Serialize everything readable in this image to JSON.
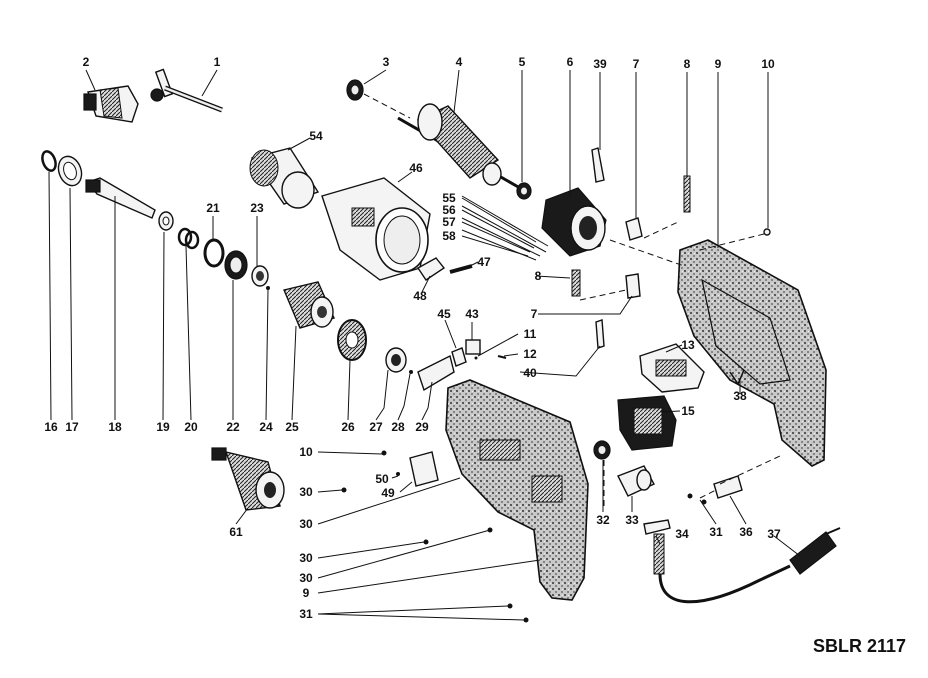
{
  "diagram_code": "SBLR 2117",
  "callouts": [
    "1",
    "2",
    "3",
    "4",
    "5",
    "6",
    "39",
    "7",
    "8",
    "9",
    "10",
    "16",
    "17",
    "18",
    "19",
    "20",
    "21",
    "22",
    "23",
    "24",
    "25",
    "26",
    "27",
    "28",
    "29",
    "54",
    "46",
    "55",
    "56",
    "57",
    "58",
    "47",
    "48",
    "45",
    "43",
    "11",
    "12",
    "40",
    "13",
    "38",
    "15",
    "32",
    "33",
    "34",
    "31",
    "36",
    "37",
    "30",
    "50",
    "49",
    "61"
  ],
  "extra_callouts": [
    "7",
    "8",
    "10",
    "30",
    "30",
    "30",
    "30",
    "9",
    "31"
  ]
}
